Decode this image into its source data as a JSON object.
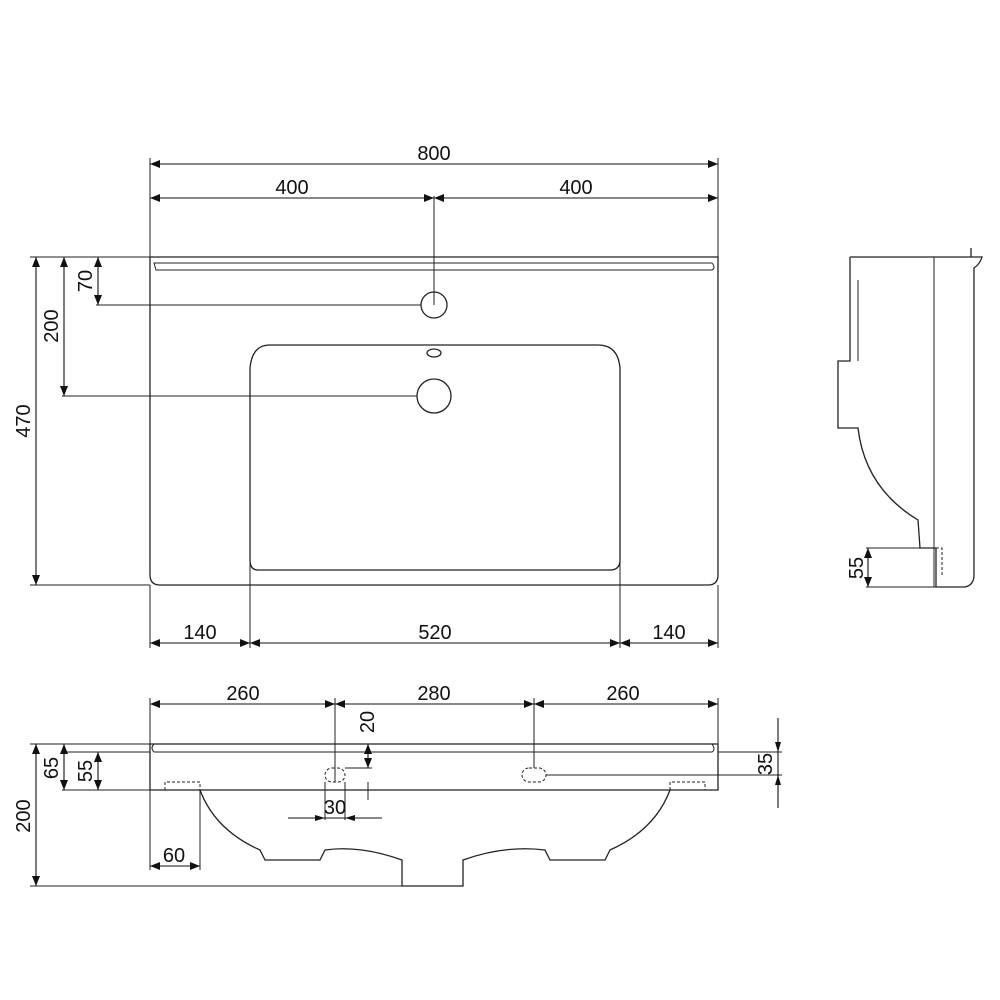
{
  "top_view": {
    "overall_width": "800",
    "left_half": "400",
    "right_half": "400",
    "faucet_hole_offset": "70",
    "drain_offset": "200",
    "overall_depth": "470",
    "left_margin": "140",
    "bowl_width": "520",
    "right_margin": "140"
  },
  "side_view": {
    "foot_height": "55"
  },
  "front_view": {
    "left_span": "260",
    "center_span": "280",
    "right_span": "260",
    "overflow_height": "20",
    "hole_width": "30",
    "hole_height": "35",
    "rim_height": "65",
    "rim_inner_height": "55",
    "total_height": "200",
    "foot_depth": "60"
  }
}
